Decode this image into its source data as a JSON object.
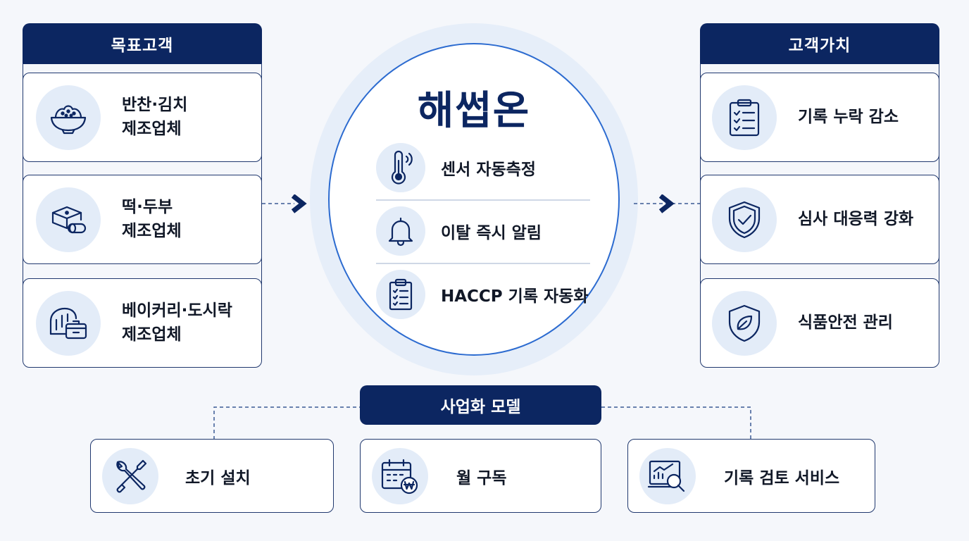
{
  "target_customers": {
    "header": "목표고객",
    "items": [
      {
        "line1": "반찬·김치",
        "line2": "제조업체",
        "icon": "bowl-icon"
      },
      {
        "line1": "떡·두부",
        "line2": "제조업체",
        "icon": "tofu-block-icon"
      },
      {
        "line1": "베이커리·도시락",
        "line2": "제조업체",
        "icon": "bread-lunchbox-icon"
      }
    ]
  },
  "product": {
    "name": "해썹온",
    "features": [
      {
        "label": "센서 자동측정",
        "icon": "thermometer-icon"
      },
      {
        "label": "이탈 즉시 알림",
        "icon": "bell-icon"
      },
      {
        "label": "HACCP 기록 자동화",
        "icon": "clipboard-icon"
      }
    ]
  },
  "customer_value": {
    "header": "고객가치",
    "items": [
      {
        "label": "기록 누락 감소",
        "icon": "checklist-icon"
      },
      {
        "label": "심사 대응력 강화",
        "icon": "shield-check-icon"
      },
      {
        "label": "식품안전 관리",
        "icon": "shield-leaf-icon"
      }
    ]
  },
  "business_model": {
    "header": "사업화 모델",
    "items": [
      {
        "label": "초기 설치",
        "icon": "wrench-screwdriver-icon"
      },
      {
        "label": "월 구독",
        "icon": "calendar-won-icon"
      },
      {
        "label": "기록 검토 서비스",
        "icon": "chart-magnifier-icon"
      }
    ]
  },
  "colors": {
    "navy": "#0c2661",
    "accent_blue": "#2c6bd0",
    "icon_bg": "#e3ecf8"
  }
}
